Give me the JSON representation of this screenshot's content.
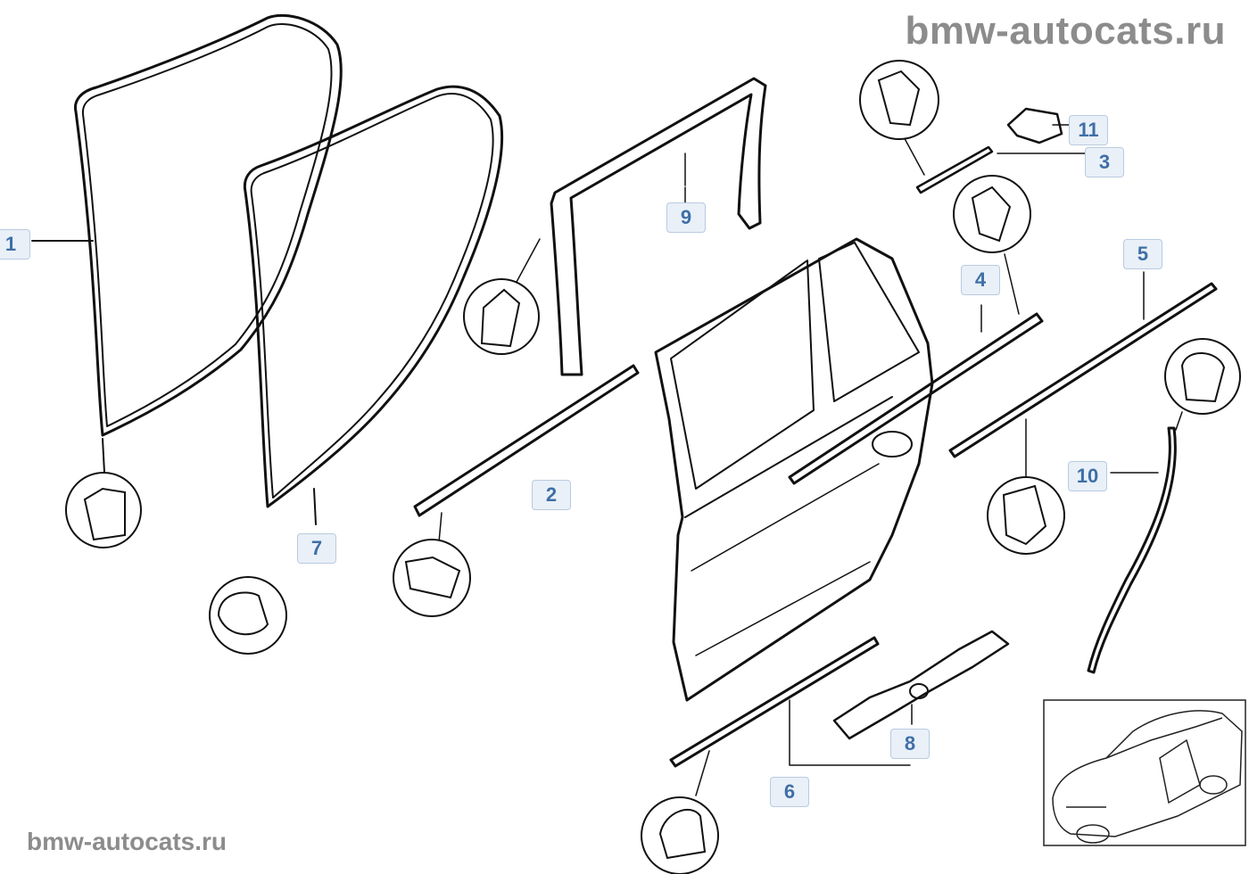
{
  "watermark": {
    "top": "bmw-autocats.ru",
    "bottom": "bmw-autocats.ru"
  },
  "callouts": [
    {
      "id": "1",
      "label": "1"
    },
    {
      "id": "2",
      "label": "2"
    },
    {
      "id": "3",
      "label": "3"
    },
    {
      "id": "4",
      "label": "4"
    },
    {
      "id": "5",
      "label": "5"
    },
    {
      "id": "6",
      "label": "6"
    },
    {
      "id": "7",
      "label": "7"
    },
    {
      "id": "8",
      "label": "8"
    },
    {
      "id": "9",
      "label": "9"
    },
    {
      "id": "10",
      "label": "10"
    },
    {
      "id": "11",
      "label": "11"
    }
  ],
  "colors": {
    "line": "#111111",
    "callout_bg": "#e9f0f8",
    "callout_text": "#3f6fa6",
    "watermark": "#8c8c8c"
  },
  "icons": [
    "car-locator-icon",
    "seal-profile-detail-icon"
  ]
}
